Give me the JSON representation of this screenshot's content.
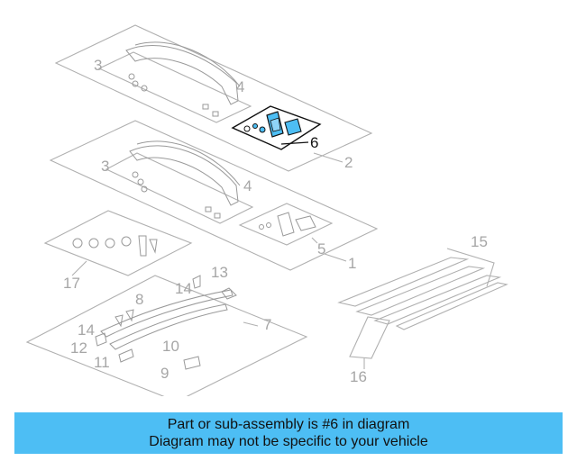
{
  "diagram": {
    "callouts": [
      {
        "id": "c3a",
        "label": "3"
      },
      {
        "id": "c4a",
        "label": "4"
      },
      {
        "id": "c6",
        "label": "6"
      },
      {
        "id": "c2",
        "label": "2"
      },
      {
        "id": "c3b",
        "label": "3"
      },
      {
        "id": "c4b",
        "label": "4"
      },
      {
        "id": "c5",
        "label": "5"
      },
      {
        "id": "c1",
        "label": "1"
      },
      {
        "id": "c17",
        "label": "17"
      },
      {
        "id": "c13",
        "label": "13"
      },
      {
        "id": "c14a",
        "label": "14"
      },
      {
        "id": "c8",
        "label": "8"
      },
      {
        "id": "c14b",
        "label": "14"
      },
      {
        "id": "c7",
        "label": "7"
      },
      {
        "id": "c12",
        "label": "12"
      },
      {
        "id": "c10",
        "label": "10"
      },
      {
        "id": "c11",
        "label": "11"
      },
      {
        "id": "c9",
        "label": "9"
      },
      {
        "id": "c15",
        "label": "15"
      },
      {
        "id": "c16",
        "label": "16"
      }
    ],
    "highlight_color": "#111111",
    "callout_color": "#a6a6a6"
  },
  "banner": {
    "line1": "Part or sub-assembly is #6 in diagram",
    "line2": "Diagram may not be specific to your vehicle",
    "background": "#4dbef4"
  }
}
